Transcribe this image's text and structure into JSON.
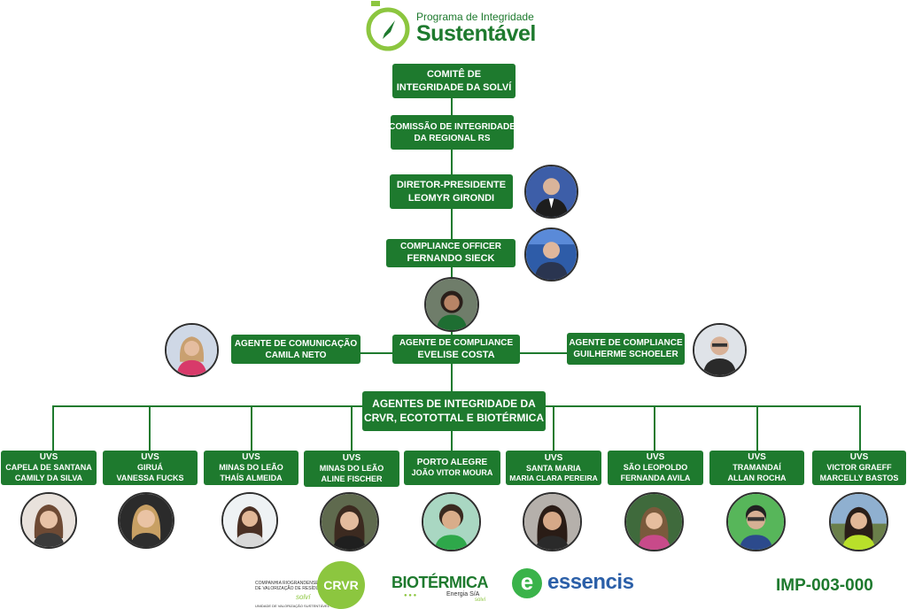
{
  "header": {
    "logo_line1": "Programa de Integridade",
    "logo_line2": "Sustentável",
    "colors": {
      "green": "#1e7a2e",
      "lime": "#8cc63f"
    }
  },
  "chain": [
    {
      "id": "comite",
      "line1": "COMITÊ DE",
      "line2": "INTEGRIDADE DA SOLVÍ"
    },
    {
      "id": "comissao",
      "line1": "COMISSÃO DE INTEGRIDADE",
      "line2": "DA REGIONAL RS"
    },
    {
      "id": "diretor",
      "line1": "DIRETOR-PRESIDENTE",
      "line2": "LEOMYR GIRONDI"
    },
    {
      "id": "compliance-officer",
      "line1": "COMPLIANCE OFFICER",
      "line2": "FERNANDO SIECK"
    }
  ],
  "agents": {
    "comunicacao": {
      "line1": "AGENTE DE COMUNICAÇÃO",
      "line2": "CAMILA NETO"
    },
    "compliance_main": {
      "line1": "AGENTE DE COMPLIANCE",
      "line2": "EVELISE COSTA"
    },
    "compliance_right": {
      "line1": "AGENTE DE COMPLIANCE",
      "line2": "GUILHERME SCHOELER"
    }
  },
  "integridade": {
    "line1": "AGENTES DE INTEGRIDADE DA",
    "line2": "CRVR, ECOTOTTAL E BIOTÉRMICA"
  },
  "uvs": [
    {
      "title": "UVS",
      "city": "CAPELA DE SANTANA",
      "name": "CAMILY DA SILVA"
    },
    {
      "title": "UVS",
      "city": "GIRUÁ",
      "name": "VANESSA FUCKS"
    },
    {
      "title": "UVS",
      "city": "MINAS DO LEÃO",
      "name": "THAÍS ALMEIDA"
    },
    {
      "title": "UVS",
      "city": "MINAS DO LEÃO",
      "name": "ALINE FISCHER"
    },
    {
      "title": "",
      "city": "PORTO ALEGRE",
      "name": "JOÃO VITOR MOURA"
    },
    {
      "title": "UVS",
      "city": "SANTA MARIA",
      "name": "MARIA CLARA PEREIRA"
    },
    {
      "title": "UVS",
      "city": "SÃO LEOPOLDO",
      "name": "FERNANDA AVILA"
    },
    {
      "title": "UVS",
      "city": "TRAMANDAÍ",
      "name": "ALLAN ROCHA"
    },
    {
      "title": "UVS",
      "city": "VICTOR GRAEFF",
      "name": "MARCELLY BASTOS"
    }
  ],
  "footer": {
    "crvr_text1": "COMPANHIA RIOGRANDENSE",
    "crvr_text2": "DE VALORIZAÇÃO DE RESÍDUOS",
    "crvr_text3": "solví",
    "crvr_text4": "UNIDADE DE VALORIZAÇÃO SUSTENTÁVEL",
    "crvr_badge": "CRVR",
    "bio_title": "BIOTÉRMICA",
    "bio_sub": "Energia S/A",
    "bio_solvi": "solví",
    "essencis_letter": "e",
    "essencis": "essencis",
    "doc_code": "IMP-003-000"
  }
}
